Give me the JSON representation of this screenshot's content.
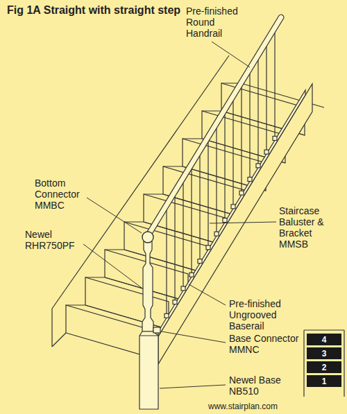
{
  "diagram": {
    "title": "Fig 1A Straight with straight step",
    "nodes": [
      {
        "text": [
          "4"
        ]
      },
      {
        "text": [
          "3"
        ]
      },
      {
        "text": [
          "2"
        ]
      },
      {
        "text": [
          "1"
        ]
      }
    ],
    "labels": [
      "Pre-finished Round Handrail",
      "Bottom Connector MMBC",
      "Staircase Baluster & Bracket MMSB",
      "Newel RHR750PF",
      "Pre-finished Ungrooved Baserail",
      "Base Connector MMNC",
      "Newel Base NB510",
      "www.stairplan.com"
    ]
  }
}
